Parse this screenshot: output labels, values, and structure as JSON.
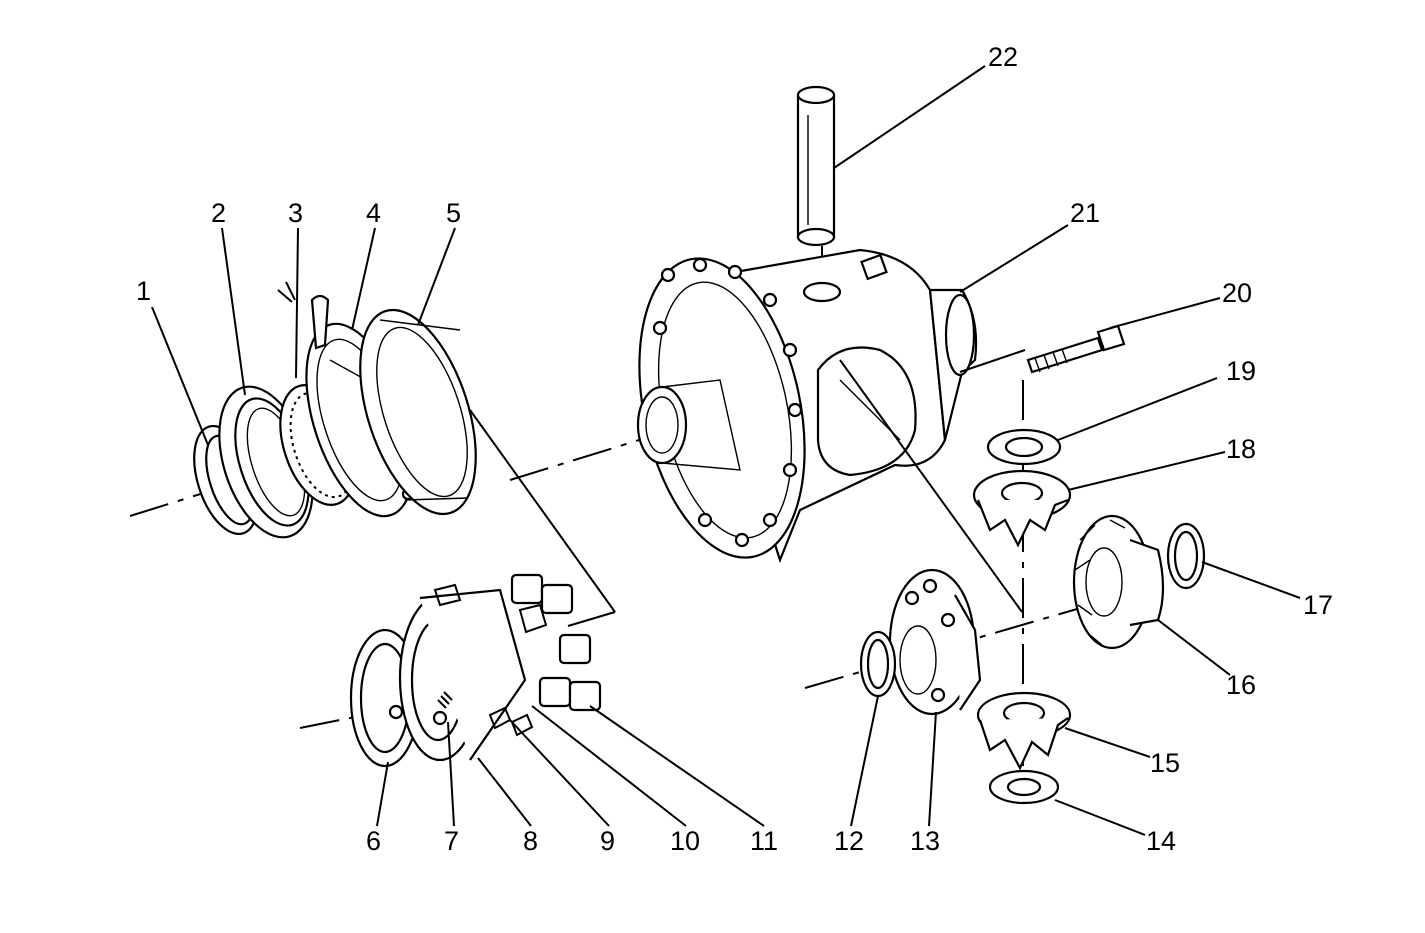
{
  "diagram": {
    "type": "exploded-parts-view",
    "callouts": [
      {
        "id": "1",
        "label": "1"
      },
      {
        "id": "2",
        "label": "2"
      },
      {
        "id": "3",
        "label": "3"
      },
      {
        "id": "4",
        "label": "4"
      },
      {
        "id": "5",
        "label": "5"
      },
      {
        "id": "6",
        "label": "6"
      },
      {
        "id": "7",
        "label": "7"
      },
      {
        "id": "8",
        "label": "8"
      },
      {
        "id": "9",
        "label": "9"
      },
      {
        "id": "10",
        "label": "10"
      },
      {
        "id": "11",
        "label": "11"
      },
      {
        "id": "12",
        "label": "12"
      },
      {
        "id": "13",
        "label": "13"
      },
      {
        "id": "14",
        "label": "14"
      },
      {
        "id": "15",
        "label": "15"
      },
      {
        "id": "16",
        "label": "16"
      },
      {
        "id": "17",
        "label": "17"
      },
      {
        "id": "18",
        "label": "18"
      },
      {
        "id": "19",
        "label": "19"
      },
      {
        "id": "20",
        "label": "20"
      },
      {
        "id": "21",
        "label": "21"
      },
      {
        "id": "22",
        "label": "22"
      }
    ],
    "colors": {
      "line": "#000000",
      "background": "#ffffff"
    }
  }
}
